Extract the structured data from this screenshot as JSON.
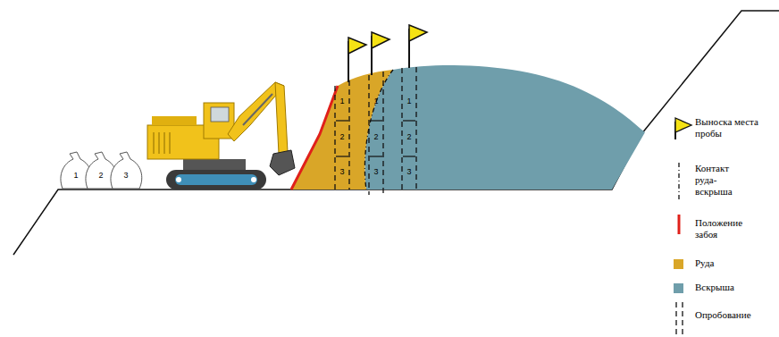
{
  "diagram": {
    "labels": [
      "1",
      "2",
      "3",
      "1",
      "2",
      "3",
      "1",
      "2",
      "3",
      "1",
      "2",
      "3"
    ],
    "legend": [
      {
        "text": "Выноска места пробы"
      },
      {
        "text": "Контакт руда-вскрыша"
      },
      {
        "text": "Положение забоя"
      },
      {
        "text": "Руда",
        "color": "#d9a628"
      },
      {
        "text": "Вскрыша",
        "color": "#6f9eab"
      },
      {
        "text": "Опробование"
      }
    ]
  }
}
